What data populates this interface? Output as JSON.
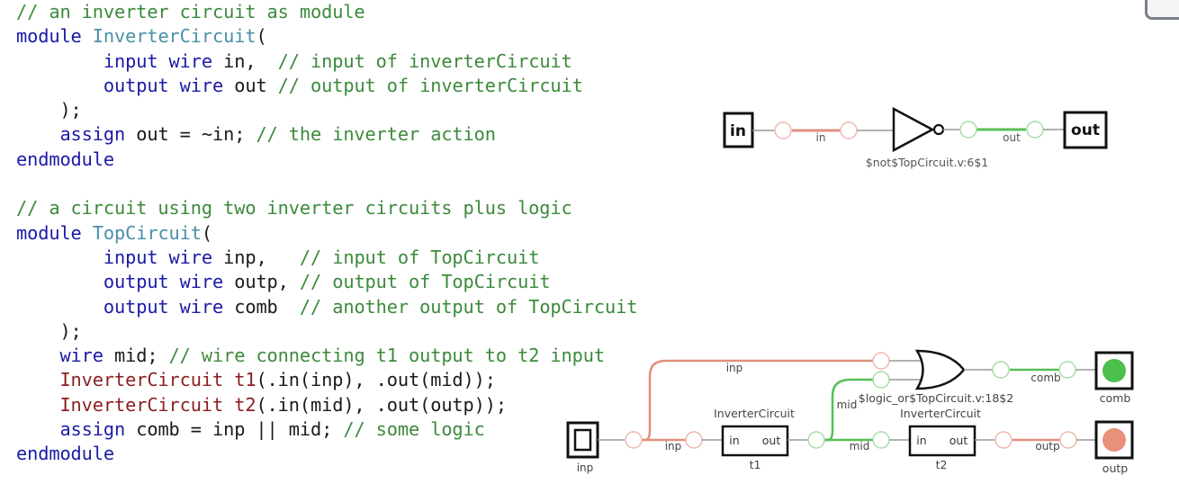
{
  "code": {
    "lines": [
      [
        {
          "t": "// an inverter circuit as module",
          "c": "comment"
        }
      ],
      [
        {
          "t": "module ",
          "c": "kw"
        },
        {
          "t": "InverterCircuit",
          "c": "type"
        },
        {
          "t": "(",
          "c": "plain"
        }
      ],
      [
        {
          "t": "        input wire ",
          "c": "kw"
        },
        {
          "t": "in,  ",
          "c": "plain"
        },
        {
          "t": "// input of inverterCircuit",
          "c": "comment"
        }
      ],
      [
        {
          "t": "        output wire ",
          "c": "kw"
        },
        {
          "t": "out ",
          "c": "plain"
        },
        {
          "t": "// output of inverterCircuit",
          "c": "comment"
        }
      ],
      [
        {
          "t": "    );",
          "c": "plain"
        }
      ],
      [
        {
          "t": "    assign ",
          "c": "kw"
        },
        {
          "t": "out = ~in; ",
          "c": "plain"
        },
        {
          "t": "// the inverter action",
          "c": "comment"
        }
      ],
      [
        {
          "t": "endmodule",
          "c": "kw"
        }
      ],
      [
        {
          "t": "",
          "c": "plain"
        }
      ],
      [
        {
          "t": "// a circuit using two inverter circuits plus logic",
          "c": "comment"
        }
      ],
      [
        {
          "t": "module ",
          "c": "kw"
        },
        {
          "t": "TopCircuit",
          "c": "type"
        },
        {
          "t": "(",
          "c": "plain"
        }
      ],
      [
        {
          "t": "        input wire ",
          "c": "kw"
        },
        {
          "t": "inp,   ",
          "c": "plain"
        },
        {
          "t": "// input of TopCircuit",
          "c": "comment"
        }
      ],
      [
        {
          "t": "        output wire ",
          "c": "kw"
        },
        {
          "t": "outp, ",
          "c": "plain"
        },
        {
          "t": "// output of TopCircuit",
          "c": "comment"
        }
      ],
      [
        {
          "t": "        output wire ",
          "c": "kw"
        },
        {
          "t": "comb  ",
          "c": "plain"
        },
        {
          "t": "// another output of TopCircuit",
          "c": "comment"
        }
      ],
      [
        {
          "t": "    );",
          "c": "plain"
        }
      ],
      [
        {
          "t": "    wire ",
          "c": "kw"
        },
        {
          "t": "mid; ",
          "c": "plain"
        },
        {
          "t": "// wire connecting t1 output to t2 input",
          "c": "comment"
        }
      ],
      [
        {
          "t": "    InverterCircuit t1",
          "c": "inst"
        },
        {
          "t": "(.in(inp), .out(mid));",
          "c": "plain"
        }
      ],
      [
        {
          "t": "    InverterCircuit t2",
          "c": "inst"
        },
        {
          "t": "(.in(mid), .out(outp));",
          "c": "plain"
        }
      ],
      [
        {
          "t": "    assign ",
          "c": "kw"
        },
        {
          "t": "comb = inp || mid; ",
          "c": "plain"
        },
        {
          "t": "// some logic",
          "c": "comment"
        }
      ],
      [
        {
          "t": "endmodule",
          "c": "kw"
        }
      ]
    ]
  },
  "diagram_top": {
    "input_port": "in",
    "output_port": "out",
    "wire_in_label": "in",
    "wire_out_label": "out",
    "gate_label": "$not$TopCircuit.v:6$1"
  },
  "diagram_bottom": {
    "input_port": "inp",
    "output_comb": "comb",
    "output_outp": "outp",
    "wire_inp_top": "inp",
    "wire_inp_t1": "inp",
    "wire_mid_up": "mid",
    "wire_mid_t2": "mid",
    "wire_comb": "comb",
    "wire_outp": "outp",
    "or_gate_label": "$logic_or$TopCircuit.v:18$2",
    "t1": {
      "type": "InverterCircuit",
      "name": "t1",
      "in": "in",
      "out": "out"
    },
    "t2": {
      "type": "InverterCircuit",
      "name": "t2",
      "in": "in",
      "out": "out"
    }
  },
  "colors": {
    "low": "#e8907a",
    "high": "#4cbf4c",
    "wire_low": "#e0907c",
    "wire_high": "#55c055",
    "node_low": "#f0b8ae",
    "node_high": "#a8dca8"
  }
}
